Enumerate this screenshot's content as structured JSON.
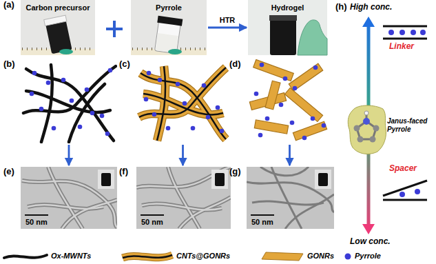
{
  "diagram": {
    "nodes": [
      {
        "text": [
          "(a)",
          "Carbon precursor"
        ]
      },
      {
        "text": [
          "Pyrrole"
        ]
      },
      {
        "text": [
          "Hydrogel"
        ]
      },
      {
        "text": [
          "(b)"
        ]
      },
      {
        "text": [
          "(c)"
        ]
      },
      {
        "text": [
          "(d)"
        ]
      },
      {
        "text": [
          "(e)",
          "50 nm"
        ]
      },
      {
        "text": [
          "(f)",
          "50 nm"
        ]
      },
      {
        "text": [
          "(g)",
          "50 nm"
        ]
      }
    ],
    "edges": [
      {
        "from": 1,
        "to": 2,
        "label": "HTR",
        "arrow": "to"
      },
      {
        "from": 3,
        "to": 6,
        "arrow": "to"
      },
      {
        "from": 4,
        "to": 7,
        "arrow": "to"
      },
      {
        "from": 5,
        "to": 8,
        "arrow": "to"
      }
    ],
    "labels": [
      "(h)",
      "High conc.",
      "Linker",
      "Janus-faced Pyrrole",
      "Spacer",
      "Low conc."
    ],
    "legend": [
      {
        "text": "Ox-MWNTs"
      },
      {
        "text": "CNTs@GONRs"
      },
      {
        "text": "GONRs"
      },
      {
        "text": "Pyrrole"
      }
    ]
  }
}
